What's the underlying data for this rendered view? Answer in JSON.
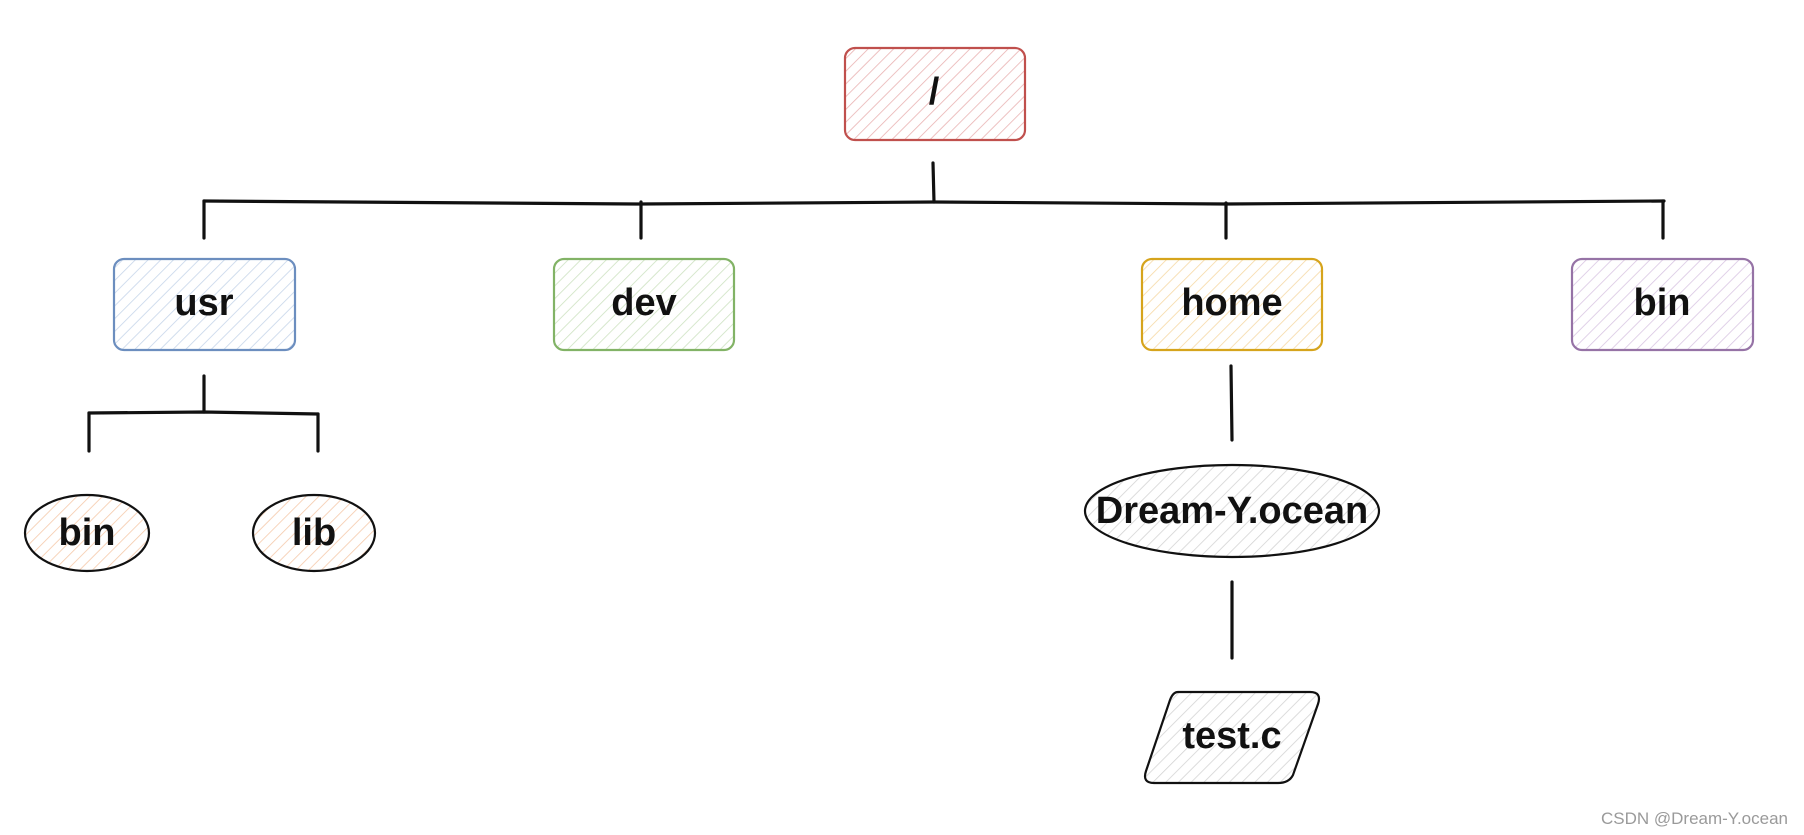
{
  "nodes": {
    "root": {
      "label": "/",
      "shape": "rectangle",
      "stroke": "#c0504d",
      "fill": "#f6dcdc"
    },
    "usr": {
      "label": "usr",
      "shape": "rectangle",
      "stroke": "#6c8ebf",
      "fill": "#dde7f4"
    },
    "dev": {
      "label": "dev",
      "shape": "rectangle",
      "stroke": "#82b366",
      "fill": "#e1efd8"
    },
    "home": {
      "label": "home",
      "shape": "rectangle",
      "stroke": "#d6a41c",
      "fill": "#fbe8c4"
    },
    "bin_root": {
      "label": "bin",
      "shape": "rectangle",
      "stroke": "#9673a6",
      "fill": "#e8dcef"
    },
    "usr_bin": {
      "label": "bin",
      "shape": "ellipse",
      "stroke": "#111111",
      "fill": "#fbe1cd"
    },
    "usr_lib": {
      "label": "lib",
      "shape": "ellipse",
      "stroke": "#111111",
      "fill": "#fbe1cd"
    },
    "user_dir": {
      "label": "Dream-Y.ocean",
      "shape": "ellipse",
      "stroke": "#111111",
      "fill": "#e6e6e6"
    },
    "file": {
      "label": "test.c",
      "shape": "parallelogram",
      "stroke": "#111111",
      "fill": "#e6e6e6"
    }
  },
  "edges": [
    {
      "from": "root",
      "to": "usr"
    },
    {
      "from": "root",
      "to": "dev"
    },
    {
      "from": "root",
      "to": "home"
    },
    {
      "from": "root",
      "to": "bin_root"
    },
    {
      "from": "usr",
      "to": "usr_bin"
    },
    {
      "from": "usr",
      "to": "usr_lib"
    },
    {
      "from": "home",
      "to": "user_dir"
    },
    {
      "from": "user_dir",
      "to": "file"
    }
  ],
  "watermark": "CSDN @Dream-Y.ocean"
}
